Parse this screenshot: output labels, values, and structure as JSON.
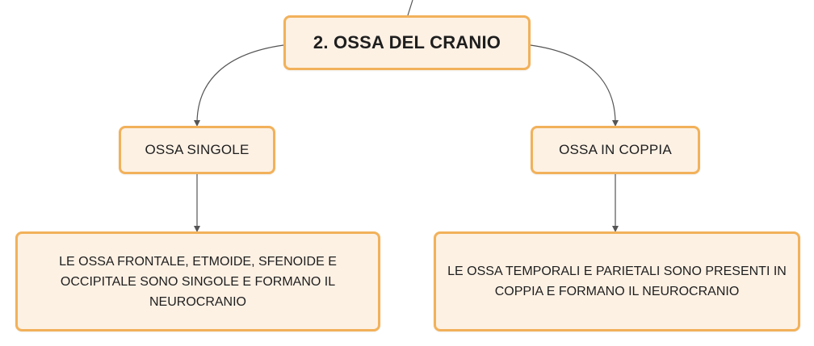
{
  "colors": {
    "node_fill": "#fdf1e4",
    "node_border": "#f2b15a",
    "connector": "#555555",
    "text": "#1e1e1e"
  },
  "root": {
    "label": "2. OSSA DEL CRANIO"
  },
  "branches": [
    {
      "label": "OSSA SINGOLE",
      "detail": "LE OSSA FRONTALE, ETMOIDE, SFENOIDE E OCCIPITALE SONO SINGOLE E FORMANO IL NEUROCRANIO"
    },
    {
      "label": "OSSA IN COPPIA",
      "detail": "LE OSSA TEMPORALI E PARIETALI SONO PRESENTI IN COPPIA E FORMANO IL NEUROCRANIO"
    }
  ]
}
